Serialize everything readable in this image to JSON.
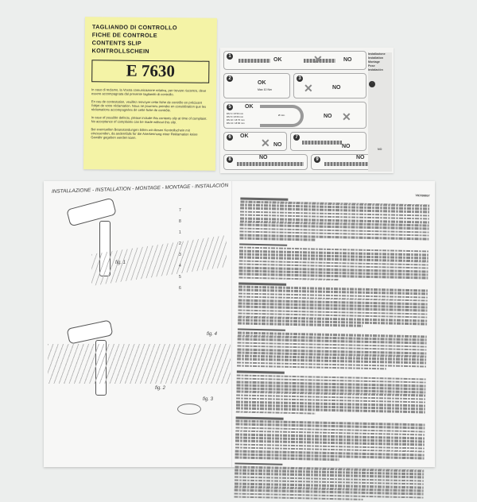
{
  "slip": {
    "headings": [
      "TAGLIANDO DI CONTROLLO",
      "FICHE DE CONTROLE",
      "CONTENTS SLIP",
      "KONTROLLSCHEIN"
    ],
    "code": "E 7630",
    "paragraphs": [
      "In caso di reclamo, la Vostra comunicazione relativa, per trovare riscontro, deve essere accompagnata dal presente tagliando di controllo.",
      "En cas de contestation, veuillez renvoyer cette fiche de contrôle en précisant l'objet de votre réclamation. Nous ne pourrons prendre en considération que les réclamations accompagnées de cette fiche de contrôle.",
      "In case of possible defects, please include this contents slip at time of complaint. No acceptance of complaints can be made without this slip.",
      "Bei eventuellen Beanstandungen bitten wir diesen Kontrollschein mit einzusenden, da andernfalls für die Anerkennung einer Reklamation keine Gewähr gegeben werden kann."
    ]
  },
  "card": {
    "ok": "OK",
    "no": "NO",
    "steps": [
      "1",
      "2",
      "3",
      "4",
      "5",
      "6",
      "7",
      "8",
      "9"
    ],
    "torque": "Max 10 Nm",
    "min_bend": "Ø min.",
    "dn": [
      "DN 6 = Ø 50 mm",
      "DN 8 = Ø 60 mm",
      "DN 10 = Ø 70 mm",
      "DN 13 = Ø 90 mm"
    ],
    "side": [
      "Installazione",
      "Installation",
      "Montage",
      "Pose",
      "Instalación"
    ]
  },
  "booklet": {
    "title": "INSTALLAZIONE - INSTALLATION - MONTAGE - MONTAGE - INSTALACIÓN",
    "figs": [
      "fig. 1",
      "fig. 2",
      "fig. 3",
      "fig. 4"
    ],
    "code": "VIC036657",
    "callouts": [
      "7",
      "8",
      "1",
      "2",
      "3",
      "4",
      "5",
      "6"
    ]
  }
}
